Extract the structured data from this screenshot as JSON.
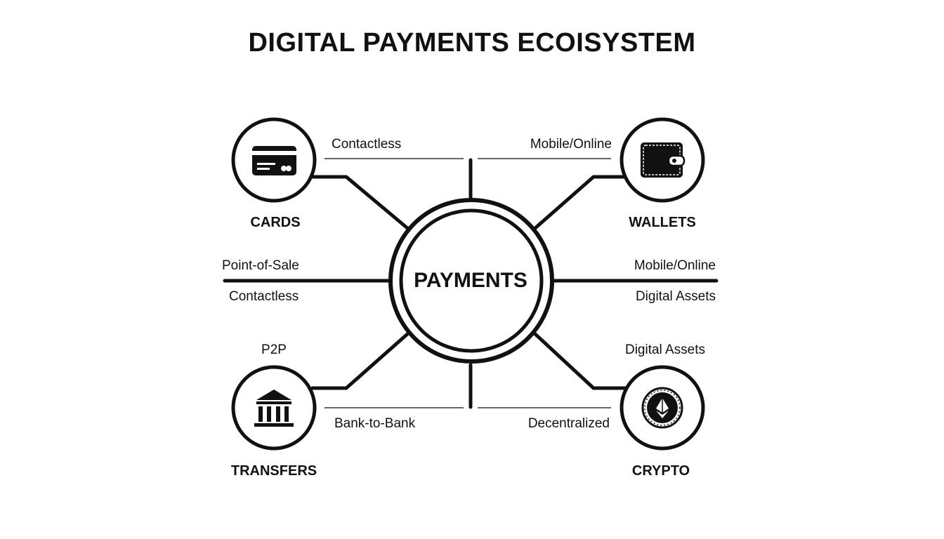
{
  "title": "DIGITAL PAYMENTS ECOISYSTEM",
  "center": {
    "label": "PAYMENTS"
  },
  "nodes": {
    "cards": {
      "label": "CARDS",
      "icon": "credit-card-icon"
    },
    "wallets": {
      "label": "WALLETS",
      "icon": "wallet-icon"
    },
    "transfers": {
      "label": "TRANSFERS",
      "icon": "bank-icon"
    },
    "crypto": {
      "label": "CRYPTO",
      "icon": "crypto-coin-icon"
    }
  },
  "connector_labels": {
    "top_left": "Contactless",
    "top_right": "Mobile/Online",
    "mid_left_above": "Point-of-Sale",
    "mid_left_below": "Contactless",
    "mid_right_above": "Mobile/Online",
    "mid_right_below": "Digital Assets",
    "bottom_left_above": "P2P",
    "bottom_left": "Bank-to-Bank",
    "bottom_right_above": "Digital Assets",
    "bottom_right": "Decentralized"
  },
  "colors": {
    "ink": "#111111",
    "background": "#ffffff"
  }
}
